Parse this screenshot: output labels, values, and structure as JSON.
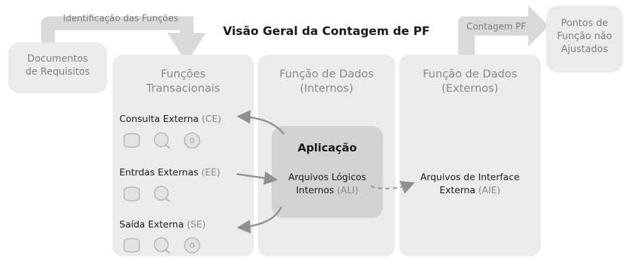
{
  "title": "Visão Geral da Contagem de PF",
  "arrow_identificacao": "Identificação das Funções",
  "arrow_contagem": "Contagem PF",
  "documentos": {
    "line1": "Documentos",
    "line2": "de Requisitos"
  },
  "pontos": {
    "line1": "Pontos de",
    "line2": "Função não",
    "line3": "Ajustados"
  },
  "transacionais": {
    "title1": "Funções",
    "title2": "Transacionais",
    "items": [
      {
        "label": "Consulta Externa",
        "abbr": "(CE)",
        "icons": [
          "database-icon",
          "search-icon",
          "output-icon"
        ]
      },
      {
        "label": "Entrdas Externas",
        "abbr": "(EE)",
        "icons": [
          "database-icon",
          "search-icon"
        ]
      },
      {
        "label": "Saída Externa",
        "abbr": "(SE)",
        "icons": [
          "database-icon",
          "search-icon",
          "output-icon"
        ]
      }
    ]
  },
  "internos": {
    "title1": "Função de Dados",
    "title2": "(Internos)",
    "app_title": "Aplicação",
    "ali_line1": "Arquivos Lógicos",
    "ali_line2": "Internos",
    "ali_abbr": "(ALI)"
  },
  "externos": {
    "title1": "Função de Dados",
    "title2": "(Externos)",
    "aie_line1": "Arquivos de Interface",
    "aie_line2": "Externa",
    "aie_abbr": "(AIE)"
  },
  "colors": {
    "panel": "#ebebeb",
    "app_box": "#d2d2d2",
    "arrow_fill": "#d9d9d9",
    "connector": "#909090"
  }
}
